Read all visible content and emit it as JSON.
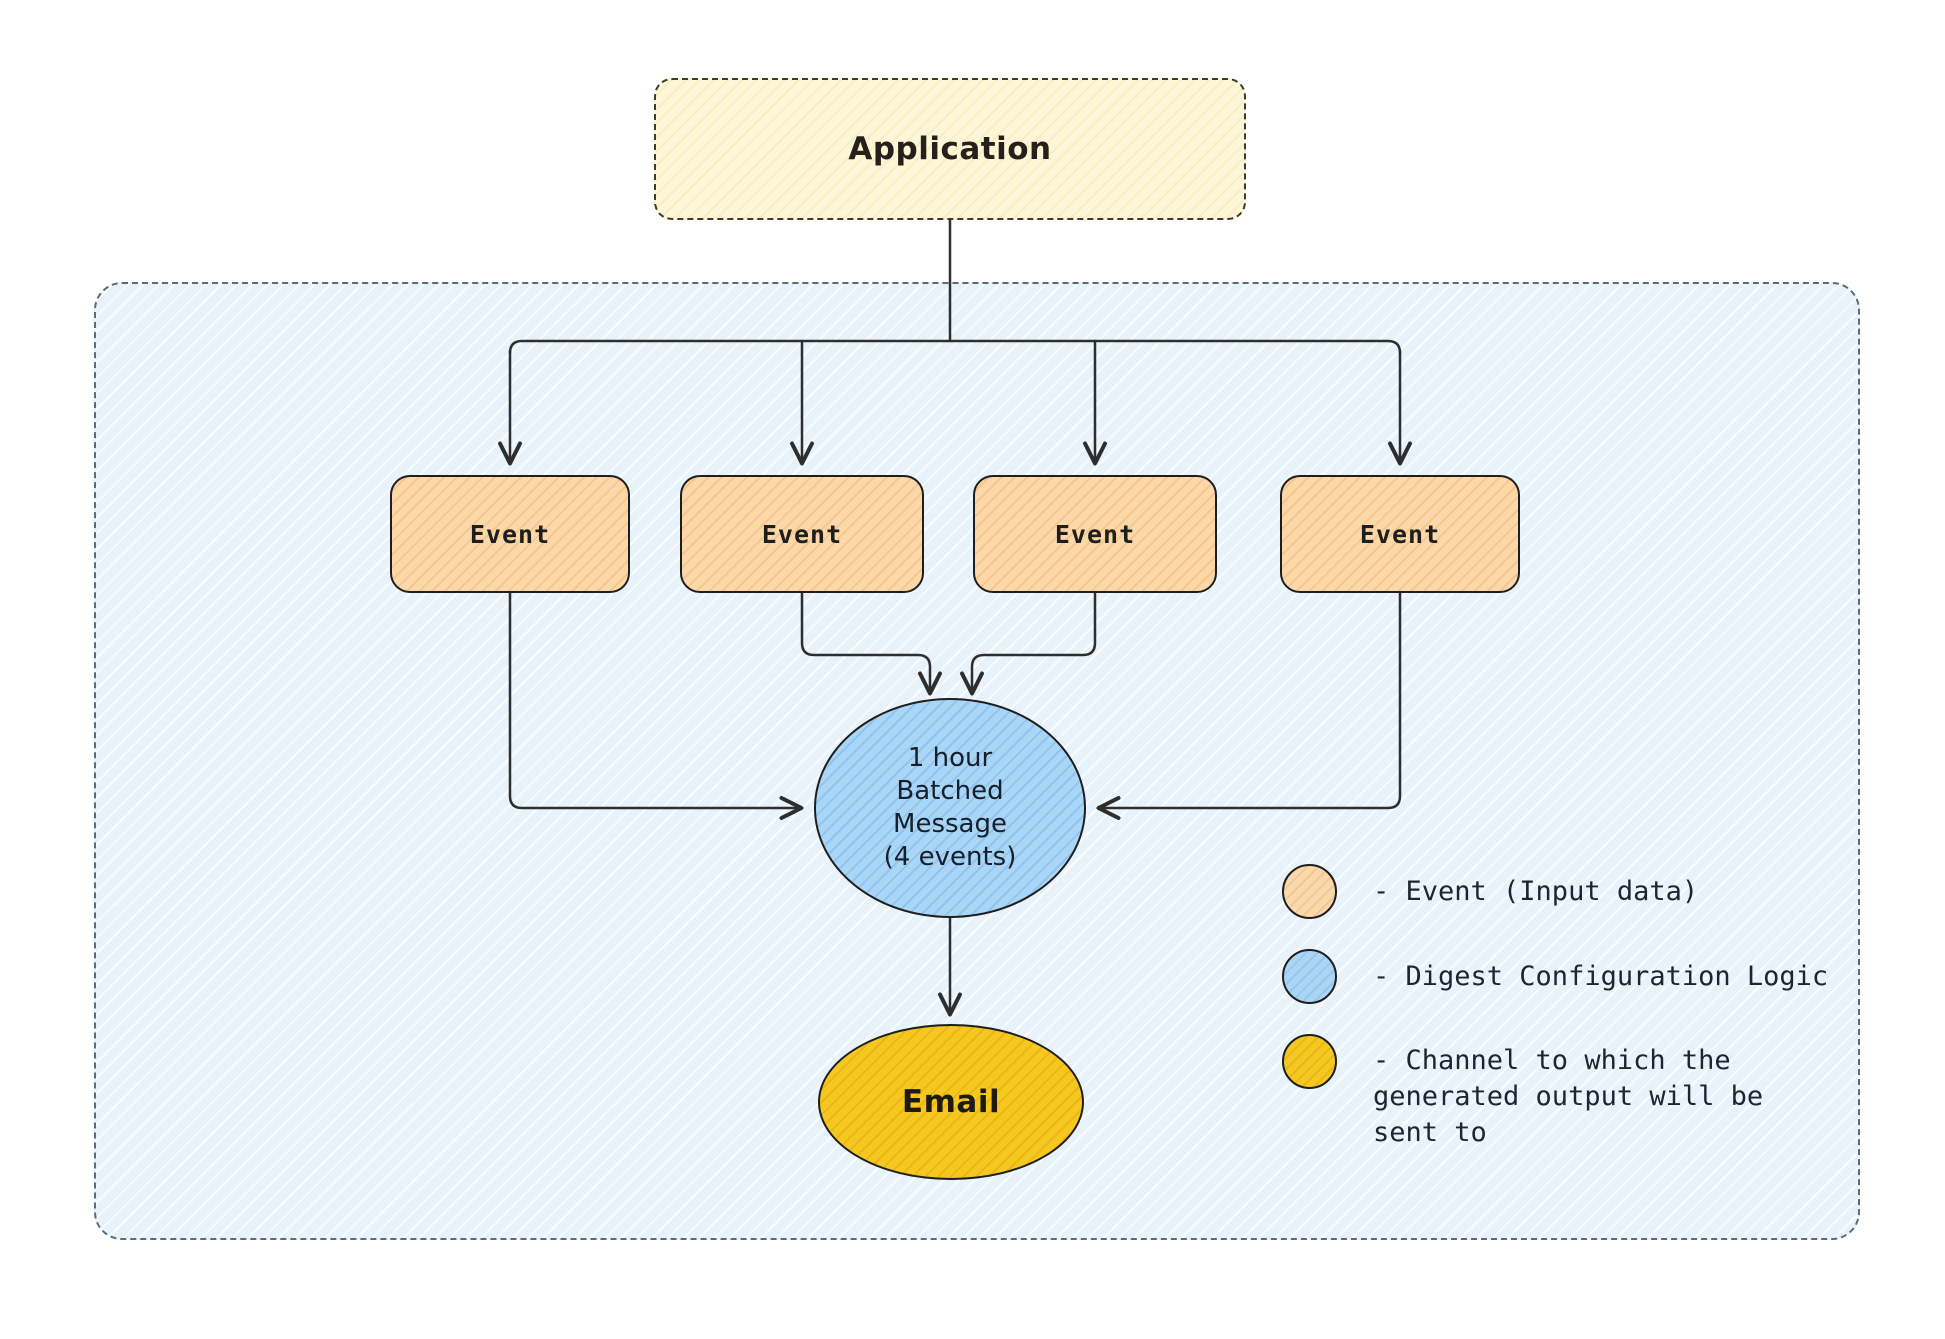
{
  "diagram": {
    "application": {
      "label": "Application"
    },
    "events": [
      {
        "label": "Event"
      },
      {
        "label": "Event"
      },
      {
        "label": "Event"
      },
      {
        "label": "Event"
      }
    ],
    "digest": {
      "line1": "1 hour",
      "line2": "Batched",
      "line3": "Message",
      "line4": "(4 events)"
    },
    "channel": {
      "label": "Email"
    }
  },
  "legend": {
    "items": [
      {
        "id": "event",
        "color": "#fcd8a8",
        "label": "- Event (Input data)"
      },
      {
        "id": "digest",
        "color": "#a9d5f6",
        "label": "- Digest Configuration Logic"
      },
      {
        "id": "channel",
        "color": "#f6c71f",
        "label": "- Channel to which the generated output will be sent to"
      }
    ]
  },
  "colors": {
    "boundary_fill": "#e7f2fb",
    "boundary_border": "#5d6b78",
    "application_fill": "#fdf6d8",
    "event_fill": "#fcd8a8",
    "digest_fill": "#a9d5f6",
    "channel_fill": "#f6c71f",
    "node_stroke": "#1e1e1e",
    "arrow_stroke": "#2e2e2e"
  }
}
